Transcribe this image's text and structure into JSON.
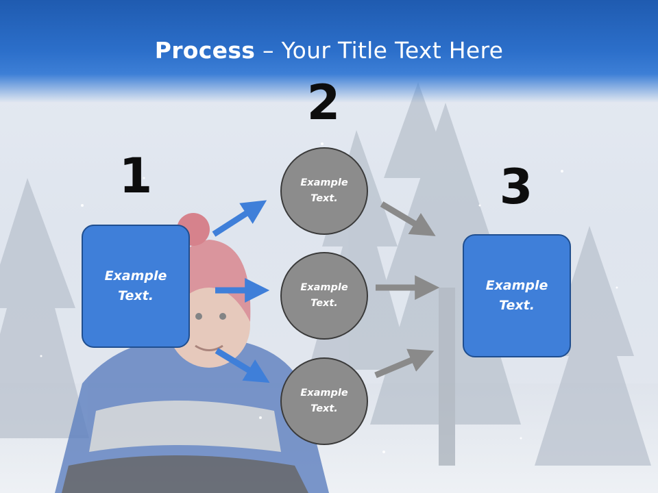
{
  "slide": {
    "title_bold": "Process",
    "title_rest": " – Your Title Text Here"
  },
  "steps": {
    "step1": {
      "number": "1",
      "text": "Example Text."
    },
    "step2": {
      "number": "2",
      "items": [
        {
          "text": "Example Text."
        },
        {
          "text": "Example Text."
        },
        {
          "text": "Example Text."
        }
      ]
    },
    "step3": {
      "number": "3",
      "text": "Example Text."
    }
  },
  "colors": {
    "header_blue": "#2c6fca",
    "box_blue": "#3f7fd9",
    "circle_gray": "#8c8c8c",
    "arrow_blue": "#3f7fd9",
    "arrow_gray": "#8a8a8a"
  }
}
